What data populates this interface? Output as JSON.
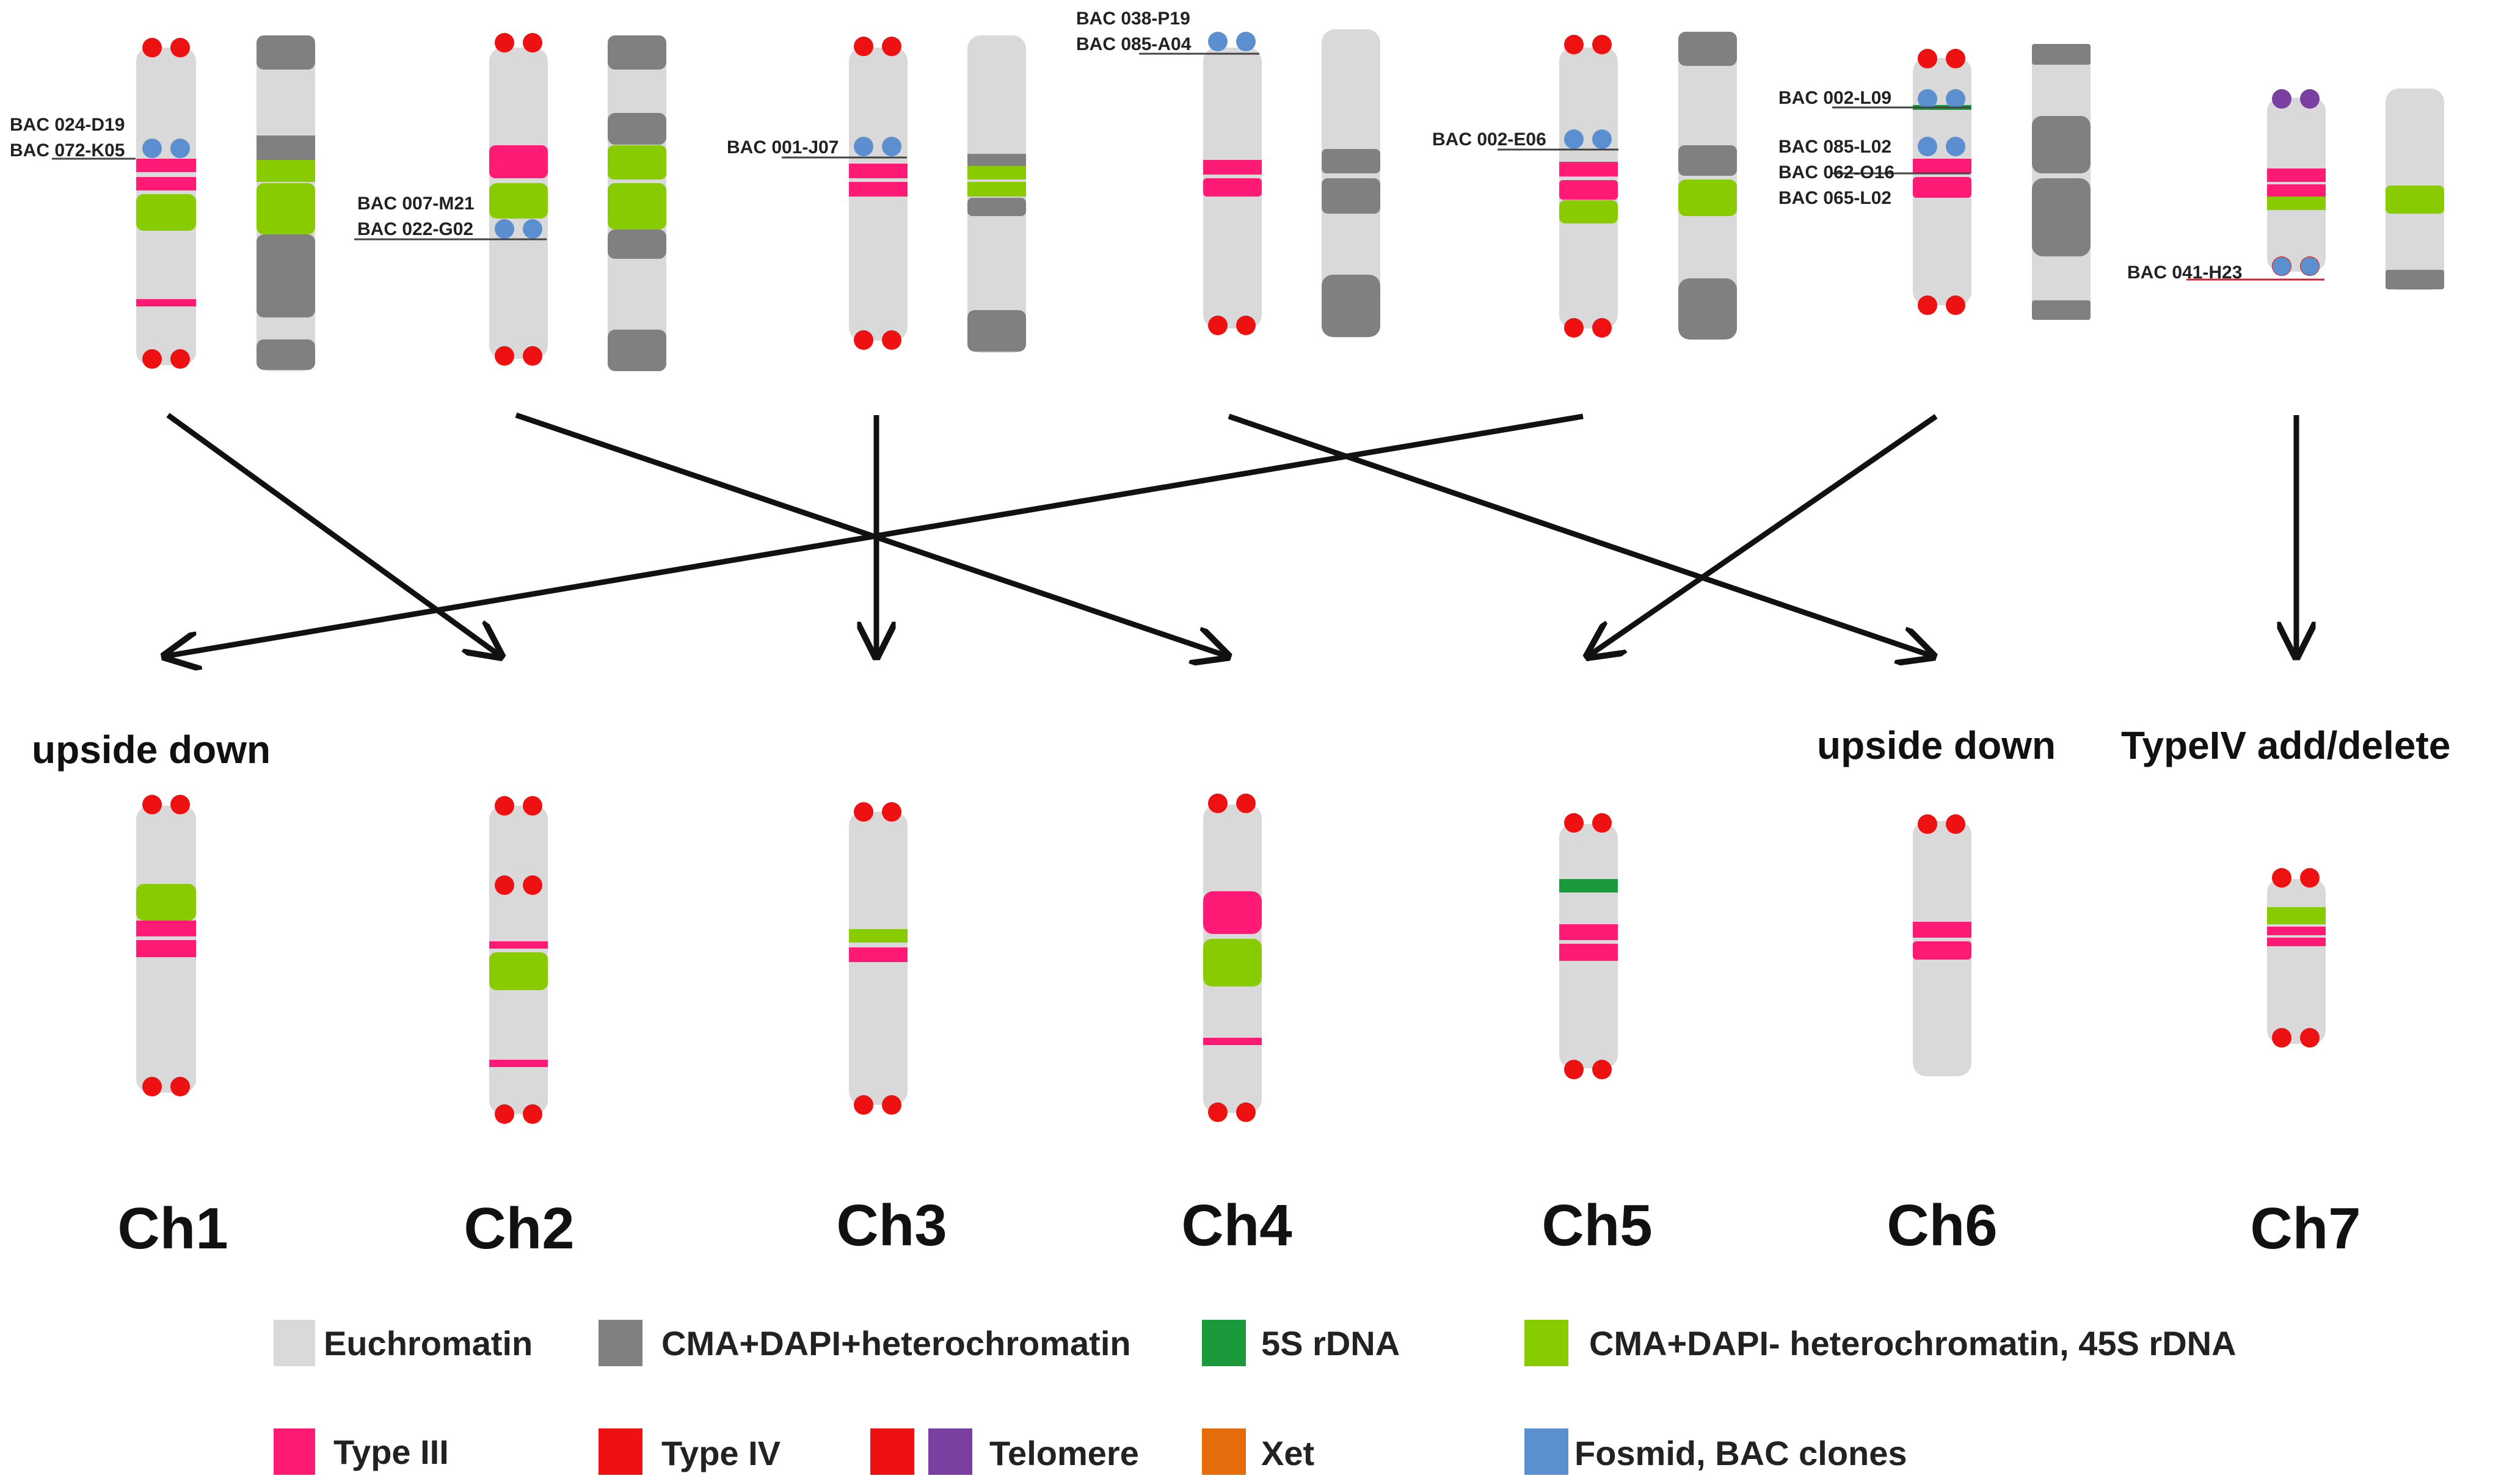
{
  "colors": {
    "euchromatin": "#d9d9d9",
    "cma_dapi_plus": "#808080",
    "rdna_5s": "#1a9a3a",
    "cma_dapi_minus": "#88cc00",
    "type_iii": "#ff1a75",
    "type_iv": "#ee1111",
    "telomere_red": "#ee1111",
    "telomere_purple": "#7a3fa0",
    "xet": "#e46c0a",
    "fosmid_bac": "#5b8fd0",
    "arrow": "#111111"
  },
  "clones": {
    "c1a": "BAC 024-D19",
    "c1b": "BAC 072-K05",
    "c2a": "BAC 007-M21",
    "c2b": "BAC 022-G02",
    "c3": "BAC 001-J07",
    "c4a": "BAC 038-P19",
    "c4b": "BAC 085-A04",
    "c5": "BAC 002-E06",
    "c6a": "BAC 002-L09",
    "c6b": "BAC 085-L02",
    "c6c": "BAC 062-O16",
    "c6d": "BAC 065-L02",
    "c7": "BAC 041-H23"
  },
  "notes": {
    "ch1": "upside down",
    "ch6": "upside down",
    "ch7": "TypeIV add/delete"
  },
  "chromosomes": [
    "Ch1",
    "Ch2",
    "Ch3",
    "Ch4",
    "Ch5",
    "Ch6",
    "Ch7"
  ],
  "mapping": [
    {
      "from": 1,
      "to": 2
    },
    {
      "from": 2,
      "to": 4
    },
    {
      "from": 3,
      "to": 3
    },
    {
      "from": 4,
      "to": 6
    },
    {
      "from": 5,
      "to": 1
    },
    {
      "from": 6,
      "to": 5
    },
    {
      "from": 7,
      "to": 7
    }
  ],
  "legend": {
    "euchromatin": "Euchromatin",
    "cma_dapi_plus": "CMA+DAPI+heterochromatin",
    "rdna_5s": "5S rDNA",
    "cma_dapi_minus": "CMA+DAPI- heterochromatin, 45S rDNA",
    "type_iii": "Type III",
    "type_iv": "Type IV",
    "telomere": "Telomere",
    "xet": "Xet",
    "fosmid_bac": "Fosmid, BAC clones"
  }
}
